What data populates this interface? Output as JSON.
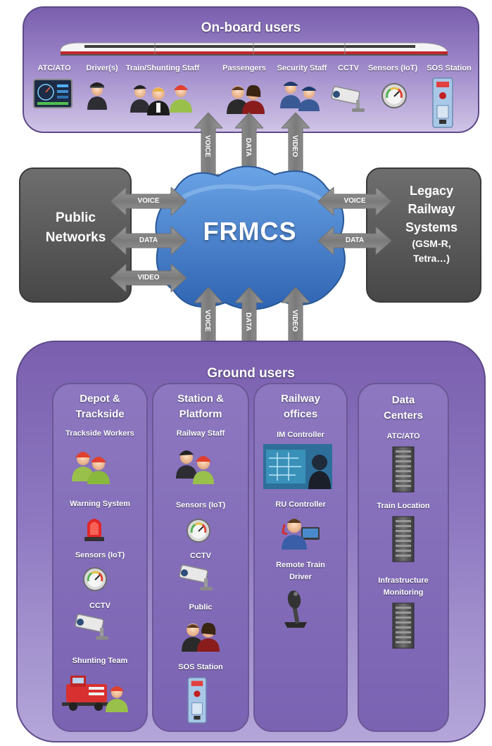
{
  "onboard": {
    "title": "On-board users",
    "users": [
      {
        "label": "ATC/ATO",
        "icon": "atc-ato-monitor-icon"
      },
      {
        "label": "Driver(s)",
        "icon": "driver-icon"
      },
      {
        "label": "Train/Shunting Staff",
        "icon": "train-staff-icon"
      },
      {
        "label": "Passengers",
        "icon": "passengers-icon"
      },
      {
        "label": "Security Staff",
        "icon": "security-staff-icon"
      },
      {
        "label": "CCTV",
        "icon": "cctv-camera-icon"
      },
      {
        "label": "Sensors (IoT)",
        "icon": "sensor-gauge-icon"
      },
      {
        "label": "SOS Station",
        "icon": "sos-station-icon"
      }
    ]
  },
  "center": {
    "label": "FRMCS"
  },
  "public_networks": {
    "lines": [
      "Public",
      "Networks"
    ]
  },
  "legacy": {
    "lines": [
      "Legacy",
      "Railway",
      "Systems",
      "(GSM-R,",
      "Tetra…)"
    ]
  },
  "links": {
    "voice": "VOICE",
    "data": "DATA",
    "video": "VIDEO"
  },
  "ground": {
    "title": "Ground users",
    "columns": [
      {
        "title": [
          "Depot &",
          "Trackside"
        ],
        "items": [
          "Trackside Workers",
          "Warning System",
          "Sensors (IoT)",
          "CCTV",
          "Shunting Team"
        ]
      },
      {
        "title": [
          "Station &",
          "Platform"
        ],
        "items": [
          "Railway Staff",
          "Sensors (IoT)",
          "CCTV",
          "Public",
          "SOS Station"
        ]
      },
      {
        "title": [
          "Railway",
          "offices"
        ],
        "items": [
          "IM Controller",
          "RU Controller",
          "Remote Train",
          "Driver"
        ]
      },
      {
        "title": [
          "Data",
          "Centers"
        ],
        "items": [
          "ATC/ATO",
          "Train Location",
          "Infrastructure",
          "Monitoring"
        ]
      }
    ]
  },
  "colors": {
    "panel_purple": "#8a74bd",
    "block_gray": "#555555",
    "cloud_blue": "#4f86cf",
    "arrow_gray": "#8a8a8a"
  }
}
